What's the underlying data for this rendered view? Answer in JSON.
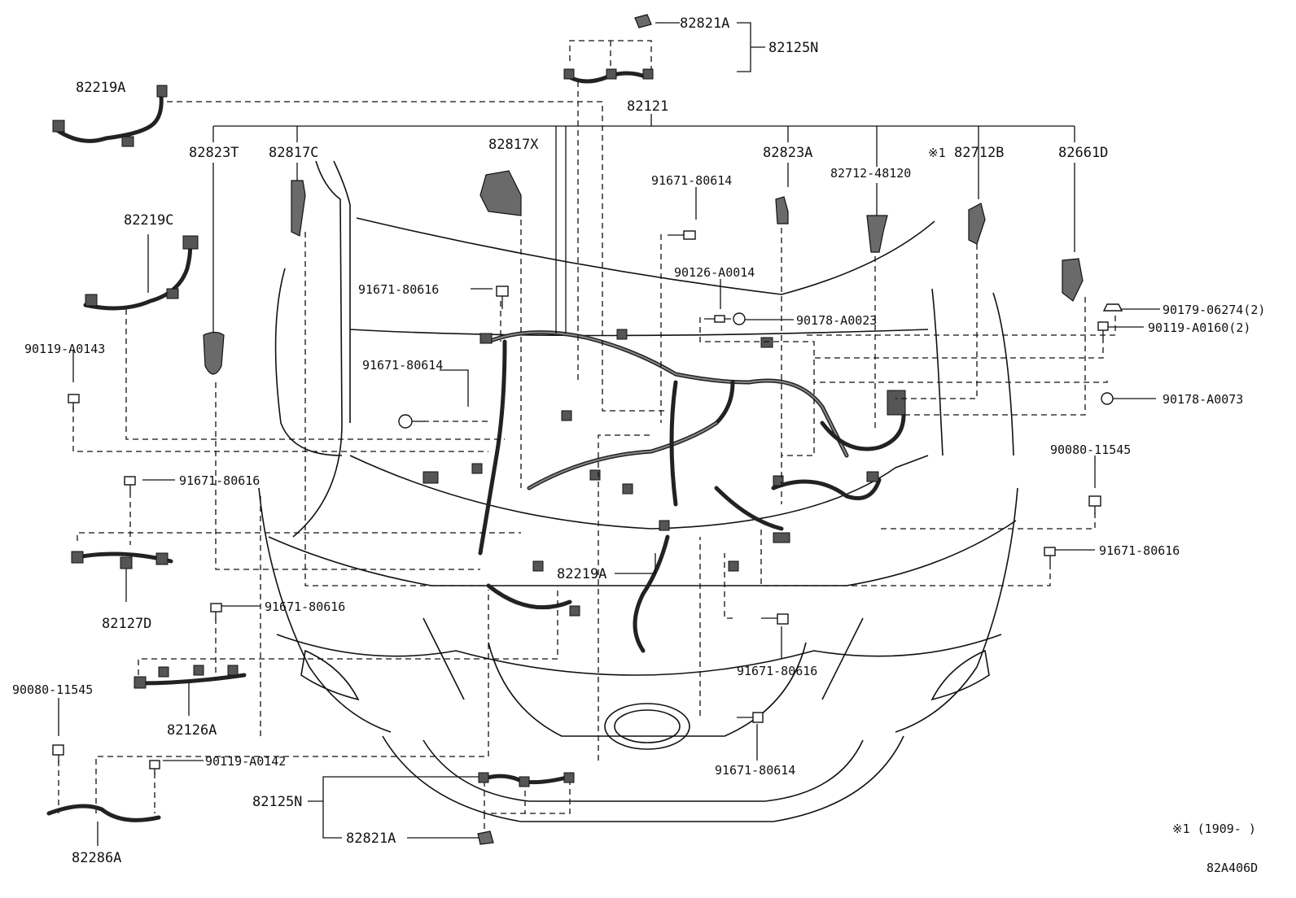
{
  "diagram": {
    "labels": {
      "p82821A_top": "82821A",
      "p82125N_top": "82125N",
      "p82219A_top": "82219A",
      "p82121": "82121",
      "p82823T": "82823T",
      "p82817C": "82817C",
      "p82817X": "82817X",
      "p82823A": "82823A",
      "p82712_48120": "82712-48120",
      "note_ref_mark": "※1",
      "p82712B": "82712B",
      "p82661D": "82661D",
      "p82219C": "82219C",
      "p91671_80614_a": "91671-80614",
      "p91671_80616_a": "91671-80616",
      "p90126_A0014": "90126-A0014",
      "p90178_A0023": "90178-A0023",
      "p90179_06274": "90179-06274(2)",
      "p90119_A0160": "90119-A0160(2)",
      "p90178_A0073": "90178-A0073",
      "p90119_A0143": "90119-A0143",
      "p91671_80614_b": "91671-80614",
      "p90080_11545_r": "90080-11545",
      "p91671_80616_b": "91671-80616",
      "p91671_80616_r": "91671-80616",
      "p82127D": "82127D",
      "p82219A_mid": "82219A",
      "p91671_80616_c": "91671-80616",
      "p91671_80616_d": "91671-80616",
      "p90080_11545_l": "90080-11545",
      "p82126A": "82126A",
      "p90119_A0142": "90119-A0142",
      "p91671_80614_c": "91671-80614",
      "p82125N_bot": "82125N",
      "p82286A": "82286A",
      "p82821A_bot": "82821A"
    },
    "footnote": "※1 (1909-     )",
    "figure_code": "82A406D"
  }
}
